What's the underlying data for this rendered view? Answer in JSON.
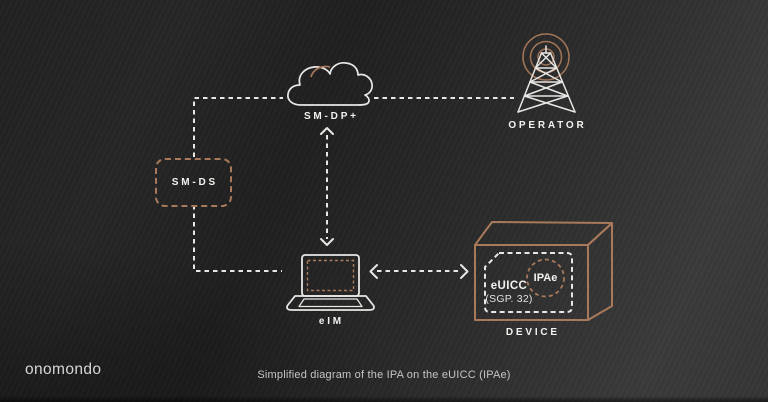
{
  "theme": {
    "accent": "#a8795a",
    "line": "#e9e7e4",
    "text": "#f4f2ef",
    "muted": "#c7c5c2"
  },
  "brand": {
    "logo": "onomondo"
  },
  "caption": "Simplified diagram of the IPA on the eUICC (IPAe)",
  "nodes": {
    "sm_ds": {
      "label": "SM-DS",
      "icon": "dashed-rounded-box"
    },
    "sm_dp": {
      "label": "SM-DP+",
      "icon": "cloud-icon"
    },
    "operator": {
      "label": "OPERATOR",
      "icon": "radio-tower-icon"
    },
    "eim": {
      "label": "eIM",
      "icon": "laptop-icon"
    },
    "device": {
      "label": "DEVICE",
      "icon": "box-3d-icon"
    },
    "euicc": {
      "label": "eUICC",
      "spec": "(SGP. 32)",
      "icon": "sim-card-outline"
    },
    "ipae": {
      "label": "IPAe",
      "icon": "dashed-circle"
    }
  },
  "connections": [
    {
      "from": "SM-DS",
      "to": "SM-DP+",
      "style": "dashed",
      "arrows": "none"
    },
    {
      "from": "SM-DS",
      "to": "eIM",
      "style": "dashed",
      "arrows": "none"
    },
    {
      "from": "SM-DP+",
      "to": "OPERATOR",
      "style": "dashed",
      "arrows": "none"
    },
    {
      "from": "SM-DP+",
      "to": "eIM",
      "style": "dashed",
      "arrows": "both"
    },
    {
      "from": "eIM",
      "to": "DEVICE",
      "style": "dashed",
      "arrows": "both"
    }
  ]
}
